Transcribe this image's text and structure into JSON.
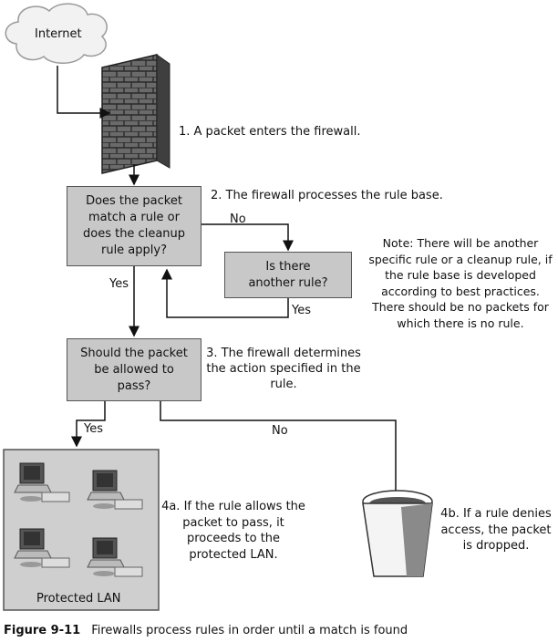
{
  "internet_label": "Internet",
  "steps": {
    "s1": "1. A packet enters the firewall.",
    "s2": "2. The firewall processes the rule base.",
    "s3": "3. The firewall determines the action specified in the rule.",
    "s4a": "4a. If the rule allows the packet to pass, it proceeds to the protected LAN.",
    "s4b": "4b. If a rule denies access, the packet is dropped."
  },
  "boxes": {
    "match": "Does the packet match a rule or does the cleanup rule apply?",
    "another": "Is there another rule?",
    "allowed": "Should the packet be allowed to pass?"
  },
  "edges": {
    "no_to_another": "No",
    "yes_from_match": "Yes",
    "yes_from_another": "Yes",
    "yes_to_lan": "Yes",
    "no_to_trash": "No"
  },
  "note": "Note: There will be another specific rule or a cleanup rule, if the rule base is developed according to best practices. There should be no packets for which there is no rule.",
  "lan_label": "Protected LAN",
  "caption": {
    "figure": "Figure 9-11",
    "text": "Firewalls process rules in order until a match is found"
  }
}
